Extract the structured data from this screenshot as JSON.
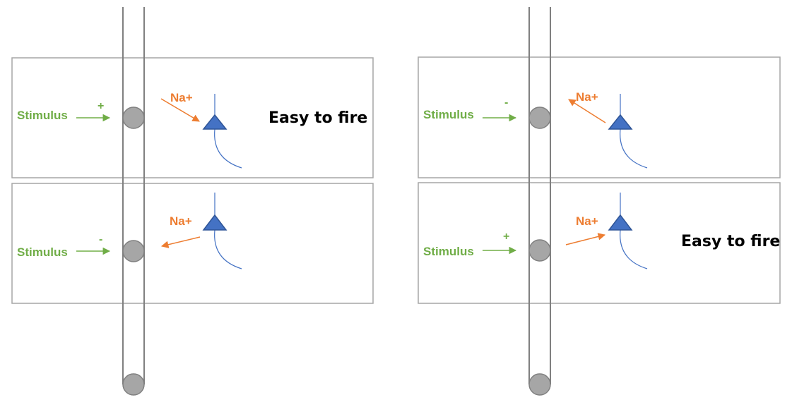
{
  "colors": {
    "stimulus": "#70ad47",
    "sodium": "#ed7d31",
    "neuron_fill": "#4472c4",
    "neuron_stroke": "#2f5597",
    "axon": "#808080",
    "node": "#a6a6a6",
    "frame": "#a6a6a6",
    "text": "#000000"
  },
  "panels": [
    {
      "id": "left-top",
      "stimulus_label": "Stimulus",
      "sign": "+",
      "na_label": "Na+",
      "na_direction": "inward",
      "result_label": "Easy to fire"
    },
    {
      "id": "left-bottom",
      "stimulus_label": "Stimulus",
      "sign": "-",
      "na_label": "Na+",
      "na_direction": "outward",
      "result_label": ""
    },
    {
      "id": "right-top",
      "stimulus_label": "Stimulus",
      "sign": "-",
      "na_label": "Na+",
      "na_direction": "outward",
      "result_label": ""
    },
    {
      "id": "right-bottom",
      "stimulus_label": "Stimulus",
      "sign": "+",
      "na_label": "Na+",
      "na_direction": "inward",
      "result_label": "Easy to fire"
    }
  ]
}
